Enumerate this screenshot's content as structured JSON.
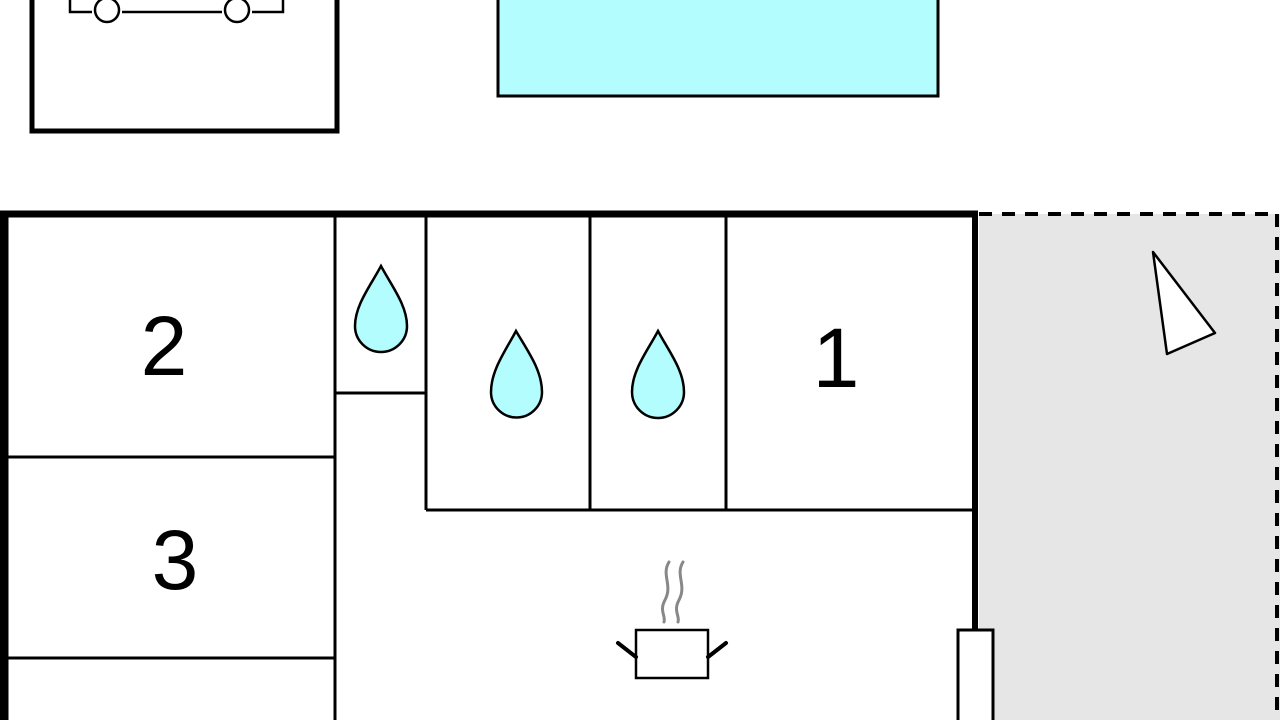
{
  "colors": {
    "wall": "#000000",
    "pool": "#b3fdfe",
    "water_drop": "#b3fdfe",
    "terrace": "#e6e6e6",
    "steam": "#888888",
    "background": "#ffffff"
  },
  "rooms": [
    {
      "label": "2"
    },
    {
      "label": "3"
    },
    {
      "label": "1"
    }
  ],
  "icons": [
    "car-icon",
    "water-drop-icon",
    "cooking-pot-icon",
    "compass-north-arrow-icon"
  ]
}
